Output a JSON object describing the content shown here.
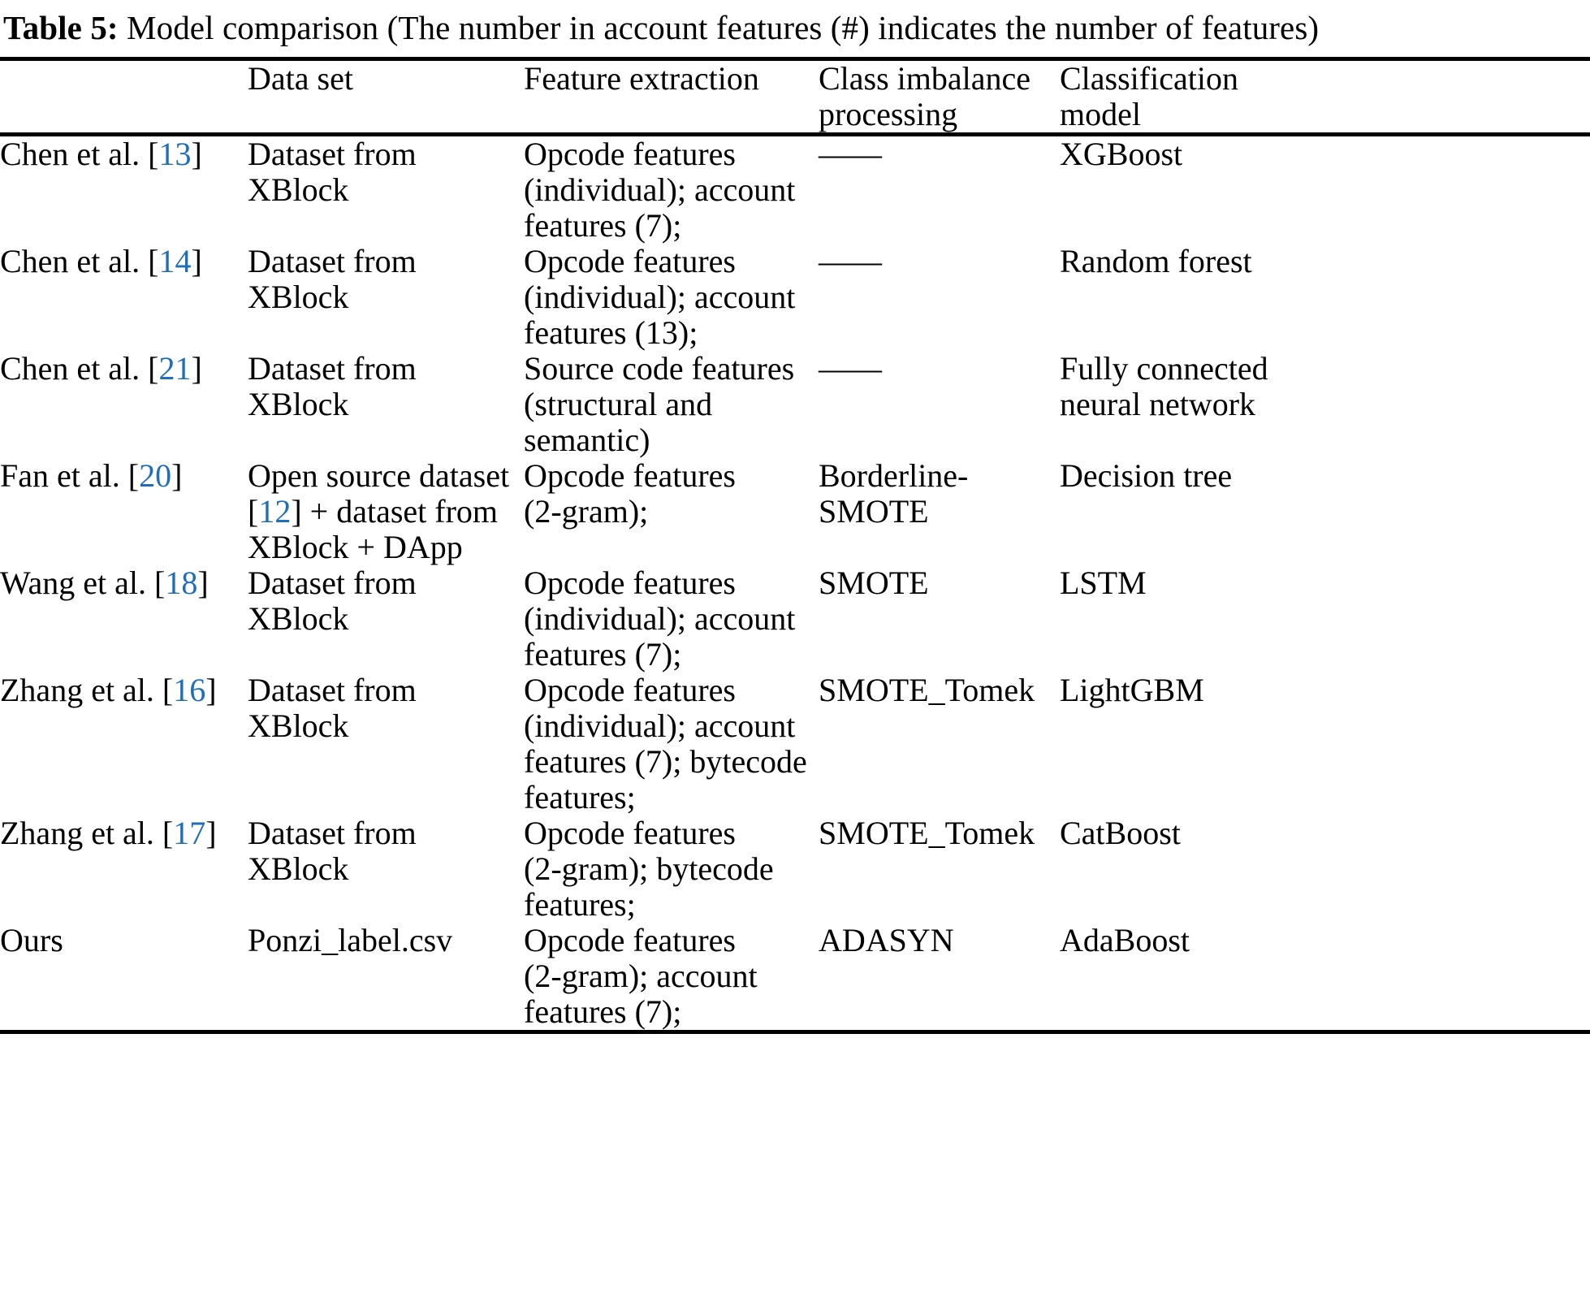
{
  "caption": {
    "label": "Table 5:",
    "text": "Model comparison (The number in account features (#) indicates the number of features)"
  },
  "colors": {
    "citation_link": "#1f6fb8",
    "text": "#000000",
    "rule": "#000000",
    "background": "#ffffff"
  },
  "table": {
    "columns": [
      {
        "key": "study",
        "header": ""
      },
      {
        "key": "dataset",
        "header": "Data set"
      },
      {
        "key": "feature",
        "header": "Feature extraction"
      },
      {
        "key": "imbalance",
        "header": "Class imbalance processing"
      },
      {
        "key": "model",
        "header": "Classification model"
      }
    ],
    "header_lines": {
      "study": [],
      "dataset": [
        "Data set"
      ],
      "feature": [
        "Feature extraction"
      ],
      "imbalance": [
        "Class imbalance",
        "processing"
      ],
      "model": [
        "Classification",
        "model"
      ]
    },
    "rows": [
      {
        "study": {
          "name": "Chen et al.",
          "cite": "13"
        },
        "dataset": [
          "Dataset from",
          "XBlock"
        ],
        "feature": [
          "Opcode features",
          "(individual); account",
          "features (7);"
        ],
        "imbalance": [
          "——"
        ],
        "model": [
          "XGBoost"
        ]
      },
      {
        "study": {
          "name": "Chen et al.",
          "cite": "14"
        },
        "dataset": [
          "Dataset from",
          "XBlock"
        ],
        "feature": [
          "Opcode features",
          "(individual); account",
          "features (13);"
        ],
        "imbalance": [
          "——"
        ],
        "model": [
          "Random forest"
        ]
      },
      {
        "study": {
          "name": "Chen et al.",
          "cite": "21"
        },
        "dataset": [
          "Dataset from",
          "XBlock"
        ],
        "feature": [
          "Source code features",
          "(structural and",
          "semantic)"
        ],
        "imbalance": [
          "——"
        ],
        "model": [
          "Fully connected",
          "neural network"
        ]
      },
      {
        "study": {
          "name": "Fan et al.",
          "cite": "20"
        },
        "dataset": [
          "Open source dataset",
          "[12] + dataset from",
          "XBlock + DApp"
        ],
        "dataset_cite": "12",
        "feature": [
          "Opcode features",
          "(2-gram);"
        ],
        "imbalance": [
          "Borderline-",
          "SMOTE"
        ],
        "model": [
          "Decision tree"
        ]
      },
      {
        "study": {
          "name": "Wang et al.",
          "cite": "18"
        },
        "dataset": [
          "Dataset from",
          "XBlock"
        ],
        "feature": [
          "Opcode features",
          "(individual); account",
          "features (7);"
        ],
        "imbalance": [
          "SMOTE"
        ],
        "model": [
          "LSTM"
        ]
      },
      {
        "study": {
          "name": "Zhang et al.",
          "cite": "16"
        },
        "dataset": [
          "Dataset from",
          "XBlock"
        ],
        "feature": [
          "Opcode features",
          "(individual); account",
          "features (7); bytecode",
          "features;"
        ],
        "imbalance": [
          "SMOTE_Tomek"
        ],
        "model": [
          "LightGBM"
        ]
      },
      {
        "study": {
          "name": "Zhang et al.",
          "cite": "17"
        },
        "dataset": [
          "Dataset from",
          "XBlock"
        ],
        "feature": [
          "Opcode features",
          "(2-gram); bytecode",
          "features;"
        ],
        "imbalance": [
          "SMOTE_Tomek"
        ],
        "model": [
          "CatBoost"
        ]
      },
      {
        "study": {
          "name": "Ours",
          "cite": ""
        },
        "dataset": [
          "Ponzi_label.csv"
        ],
        "feature": [
          "Opcode features",
          "(2-gram); account",
          "features (7);"
        ],
        "imbalance": [
          "ADASYN"
        ],
        "model": [
          "AdaBoost"
        ]
      }
    ]
  }
}
